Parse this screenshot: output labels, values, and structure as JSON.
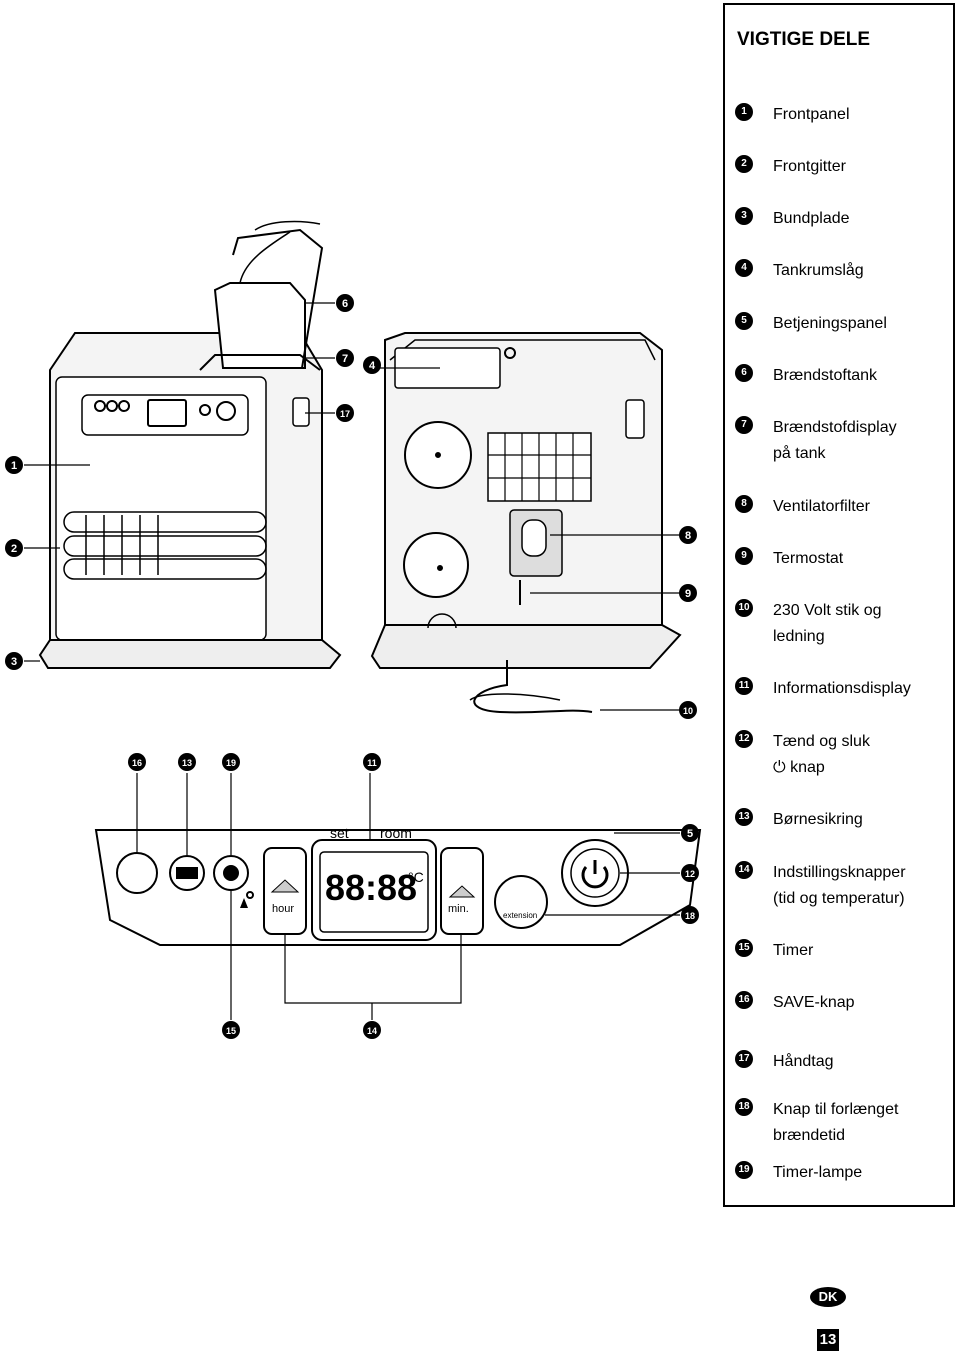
{
  "parts_box": {
    "title": "VIGTIGE DELE",
    "items": [
      {
        "num": "1",
        "label": "Frontpanel"
      },
      {
        "num": "2",
        "label": "Frontgitter"
      },
      {
        "num": "3",
        "label": "Bundplade"
      },
      {
        "num": "4",
        "label": "Tankrumslåg"
      },
      {
        "num": "5",
        "label": "Betjeningspanel"
      },
      {
        "num": "6",
        "label": "Brændstoftank"
      },
      {
        "num": "7",
        "label": "Brændstofdisplay\npå tank"
      },
      {
        "num": "8",
        "label": "Ventilatorfilter"
      },
      {
        "num": "9",
        "label": "Termostat"
      },
      {
        "num": "10",
        "label": "230 Volt stik og\nledning"
      },
      {
        "num": "11",
        "label": "Informationsdisplay"
      },
      {
        "num": "12",
        "label": "Tænd og sluk\n⏻ knap"
      },
      {
        "num": "13",
        "label": "Børnesikring"
      },
      {
        "num": "14",
        "label": "Indstillingsknapper\n(tid og temperatur)"
      },
      {
        "num": "15",
        "label": "Timer"
      },
      {
        "num": "16",
        "label": "SAVE-knap"
      },
      {
        "num": "17",
        "label": "Håndtag"
      },
      {
        "num": "18",
        "label": "Knap til forlænget\nbrændetid"
      },
      {
        "num": "19",
        "label": "Timer-lampe"
      }
    ]
  },
  "illustration": {
    "callouts": [
      "1",
      "2",
      "3",
      "4",
      "5",
      "6",
      "7",
      "8",
      "9",
      "10",
      "11",
      "12",
      "13",
      "14",
      "15",
      "16",
      "17",
      "18",
      "19"
    ],
    "panel_text": {
      "set": "set",
      "room": "room",
      "hour": "hour",
      "min": "min.",
      "extension": "extension",
      "digits": "88:88",
      "celsius": "°C"
    }
  },
  "footer": {
    "language_badge": "DK",
    "page_number": "13"
  }
}
